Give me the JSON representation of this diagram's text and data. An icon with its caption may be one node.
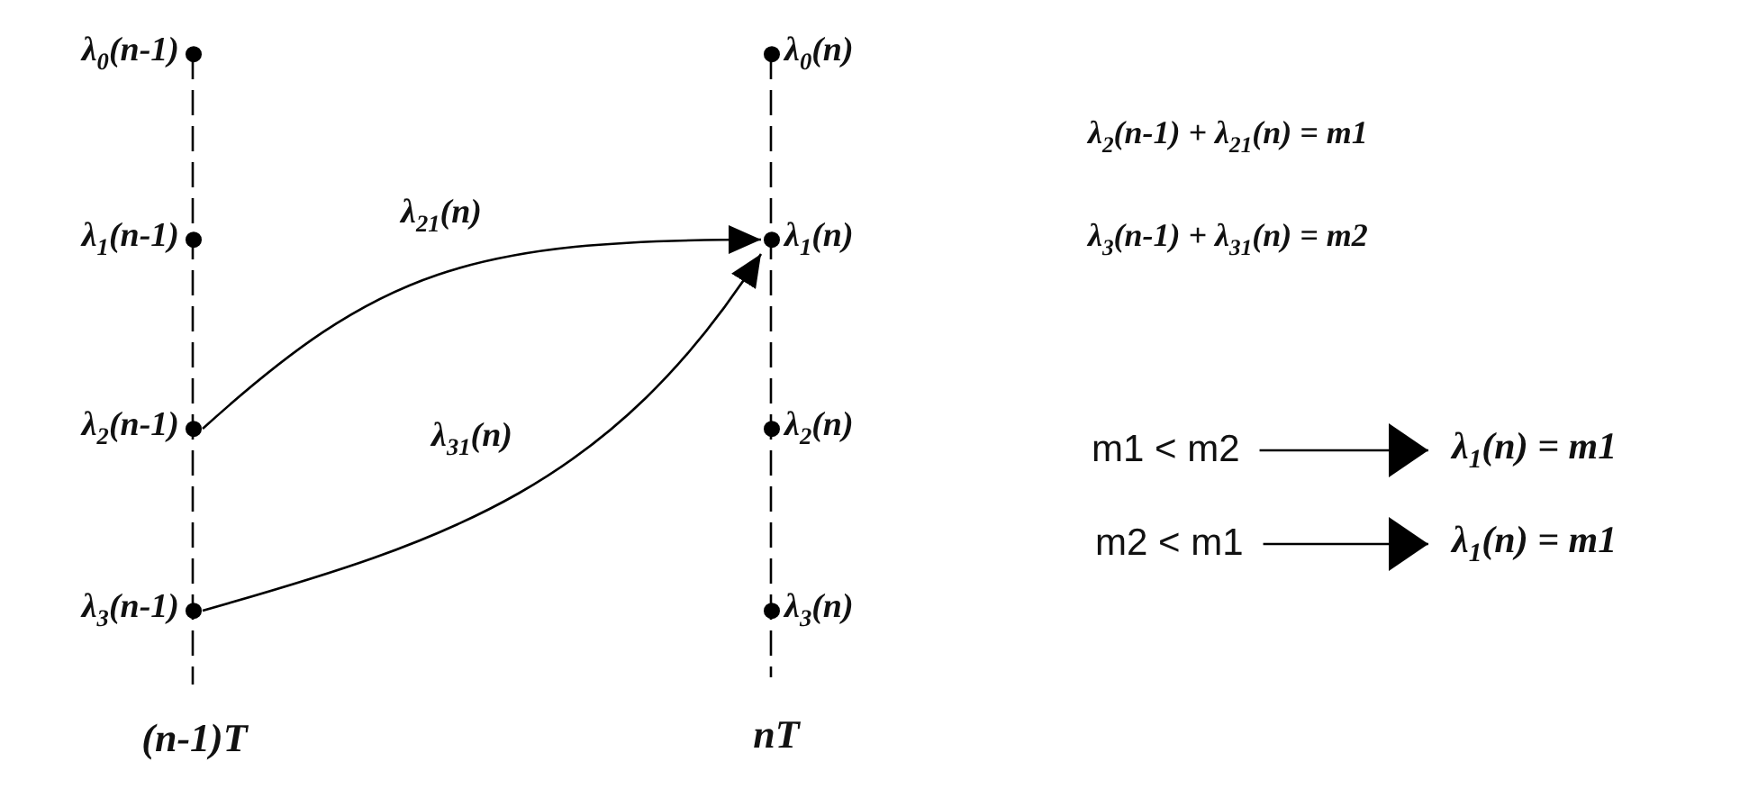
{
  "diagram": {
    "nodes": [
      {
        "text": [
          "λ$_{0}$(n-1)"
        ]
      },
      {
        "text": [
          "λ$_{1}$(n-1)"
        ]
      },
      {
        "text": [
          "λ$_{2}$(n-1)"
        ]
      },
      {
        "text": [
          "λ$_{3}$(n-1)"
        ]
      },
      {
        "text": [
          "λ$_{0}$(n)"
        ]
      },
      {
        "text": [
          "λ$_{1}$(n)"
        ]
      },
      {
        "text": [
          "λ$_{2}$(n)"
        ]
      },
      {
        "text": [
          "λ$_{3}$(n)"
        ]
      },
      {
        "text": [
          "m1 < m2"
        ]
      },
      {
        "text": [
          "λ$_{1}$(n) = m1"
        ]
      },
      {
        "text": [
          "m2 < m1"
        ]
      },
      {
        "text": [
          "λ$_{1}$(n) = m1"
        ]
      }
    ],
    "edges": [
      {
        "from": 2,
        "to": 5,
        "arrow": "to",
        "label": "λ$_{21}$(n)"
      },
      {
        "from": 3,
        "to": 5,
        "arrow": "to",
        "label": "λ$_{31}$(n)"
      },
      {
        "from": 8,
        "to": 9,
        "arrow": "to"
      },
      {
        "from": 10,
        "to": 11,
        "arrow": "to"
      }
    ],
    "labels": [
      "λ$_{2}$(n-1) + λ$_{21}$(n) = m1",
      "λ$_{3}$(n-1) + λ$_{31}$(n) = m2",
      "(n-1)T",
      "nT"
    ]
  }
}
